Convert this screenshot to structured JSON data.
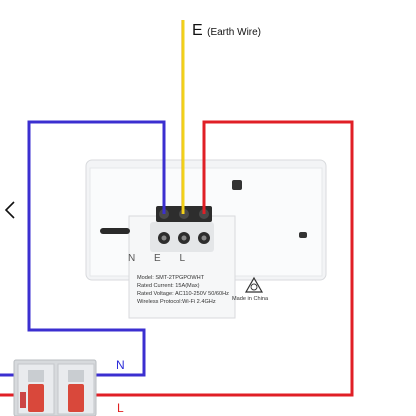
{
  "labels": {
    "earth_letter": "E",
    "earth_note": "(Earth Wire)",
    "neutral": "N",
    "live": "L"
  },
  "terminals": "N E L",
  "rating_plate": [
    "Model: SMT-2TPGPOWHT",
    "Rated Current: 15A(Max)",
    "Rated Voltage: AC110-250V 50/60Hz",
    "Wireless Protocol:Wi-Fi 2.4GHz"
  ],
  "made_in": "Made in China",
  "colors": {
    "earth_wire": "#f2d21b",
    "neutral_wire": "#3b2fd0",
    "live_wire": "#e01f26",
    "breaker_handle": "#d9483b"
  },
  "icons": [
    "back-chevron-icon",
    "certification-mark-icon",
    "circuit-breaker-icon"
  ]
}
